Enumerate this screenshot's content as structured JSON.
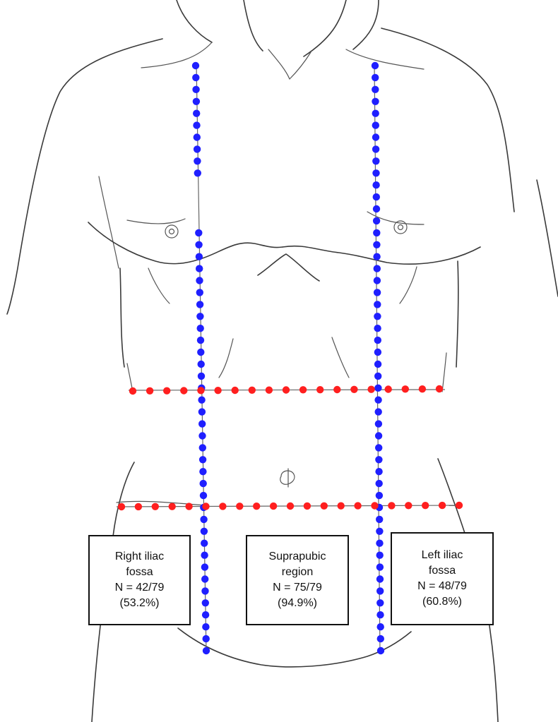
{
  "regions": [
    {
      "id": "right-iliac-fossa",
      "name_lines": [
        "Right iliac",
        "fossa"
      ],
      "count_text": "N = 42/79",
      "percent_text": "(53.2%)",
      "n": 42,
      "total": 79,
      "percent": 53.2
    },
    {
      "id": "suprapubic-region",
      "name_lines": [
        "Suprapubic",
        "region"
      ],
      "count_text": "N = 75/79",
      "percent_text": "(94.9%)",
      "n": 75,
      "total": 79,
      "percent": 94.9
    },
    {
      "id": "left-iliac-fossa",
      "name_lines": [
        "Left iliac",
        "fossa"
      ],
      "count_text": "N = 48/79",
      "percent_text": "(60.8%)",
      "n": 48,
      "total": 79,
      "percent": 60.8
    }
  ],
  "colors": {
    "vertical_dotted_lines": "#1f1fff",
    "horizontal_dotted_lines": "#ff1f1f",
    "body_outline": "#3a3a3a",
    "box_border": "#111111"
  }
}
